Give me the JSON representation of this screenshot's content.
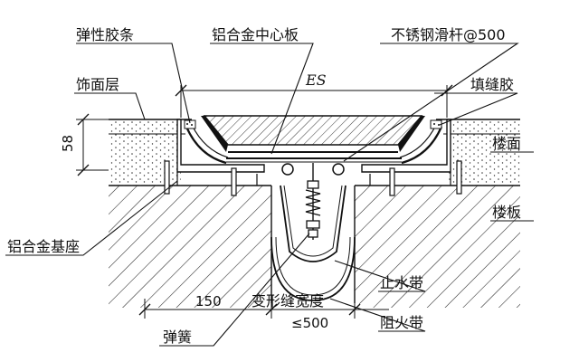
{
  "labels": {
    "elastic_strip": "弹性胶条",
    "aluminum_center_plate": "铝合金中心板",
    "stainless_slide_rod": "不锈钢滑杆@500",
    "finish_layer": "饰面层",
    "filler_sealant": "填缝胶",
    "floor_surface": "楼面",
    "floor_slab": "楼板",
    "aluminum_base": "铝合金基座",
    "waterstop": "止水带",
    "fire_barrier": "阻火带",
    "spring": "弹簧",
    "joint_width": "变形缝宽度"
  },
  "dimensions": {
    "es": "ES",
    "thickness": "58",
    "side_width": "150",
    "joint_limit": "≤500"
  },
  "colors": {
    "line": "#111111",
    "concrete_hatch": "#222222",
    "background": "#ffffff"
  }
}
